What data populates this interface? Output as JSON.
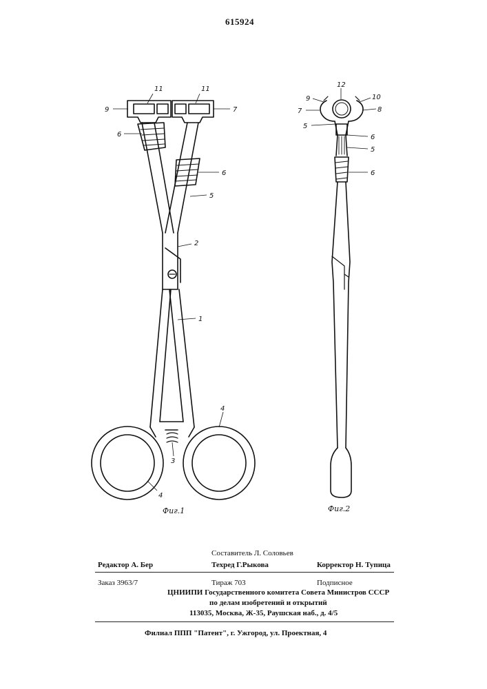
{
  "patent_number": "615924",
  "figure1": {
    "caption": "Фиг.1",
    "labels": [
      "11",
      "11",
      "9",
      "7",
      "6",
      "6",
      "5",
      "2",
      "1",
      "4",
      "3",
      "4"
    ]
  },
  "figure2": {
    "caption": "Фиг.2",
    "labels": [
      "12",
      "9",
      "10",
      "7",
      "8",
      "5",
      "6",
      "5",
      "6"
    ]
  },
  "credits": {
    "editor": "Редактор А. Бер",
    "compiler": "Составитель Л. Соловьев",
    "techeditor": "Техред Г.Рыкова",
    "corrector": "Корректор   Н. Тупица"
  },
  "order": {
    "order": "Заказ 3963/7",
    "circulation": "Тираж 703",
    "subscription": "Подписное",
    "institute_1": "ЦНИИПИ Государственного комитета Совета Министров СССР",
    "institute_2": "по делам изобретений и открытий",
    "address": "113035, Москва, Ж-35, Раушская наб., д. 4/5"
  },
  "branch": "Филиал ППП \"Патент\", г. Ужгород, ул. Проектная, 4"
}
